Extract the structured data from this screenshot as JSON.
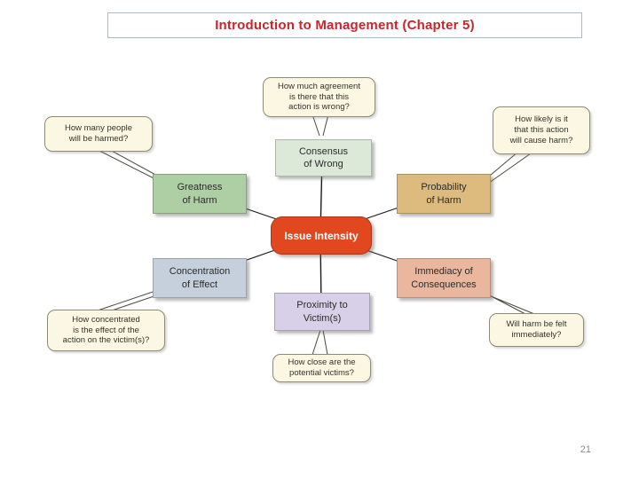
{
  "slide": {
    "title": "Introduction to Management (Chapter 5)",
    "page_number": "21"
  },
  "colors": {
    "title_text": "#c9252b",
    "title_border": "#a9bac9",
    "center_box": "#e2481f",
    "consensus_box": "#dce8d8",
    "greatness_box": "#aecfa4",
    "probability_box": "#ddba7e",
    "concentration_box": "#c6d0dc",
    "immediacy_box": "#eab79e",
    "proximity_box": "#d8d0e8",
    "callout_bg": "#fbf7e3",
    "connector_line": "#1a1a1a"
  },
  "diagram": {
    "center": {
      "label": "Issue Intensity"
    },
    "nodes": {
      "consensus": {
        "label": "Consensus\nof Wrong"
      },
      "greatness": {
        "label": "Greatness\nof Harm"
      },
      "probability": {
        "label": "Probability\nof Harm"
      },
      "concentration": {
        "label": "Concentration\nof Effect"
      },
      "immediacy": {
        "label": "Immediacy of\nConsequences"
      },
      "proximity": {
        "label": "Proximity to\nVictim(s)"
      }
    },
    "callouts": {
      "consensus": {
        "text": "How much agreement\nis there that this\naction is wrong?"
      },
      "greatness": {
        "text": "How many people\nwill be harmed?"
      },
      "probability": {
        "text": "How likely is it\nthat this action\nwill cause harm?"
      },
      "concentration": {
        "text": "How concentrated\nis the effect of the\naction on the victim(s)?"
      },
      "proximity": {
        "text": "How close are the\npotential victims?"
      },
      "immediacy": {
        "text": "Will harm be felt\nimmediately?"
      }
    }
  }
}
